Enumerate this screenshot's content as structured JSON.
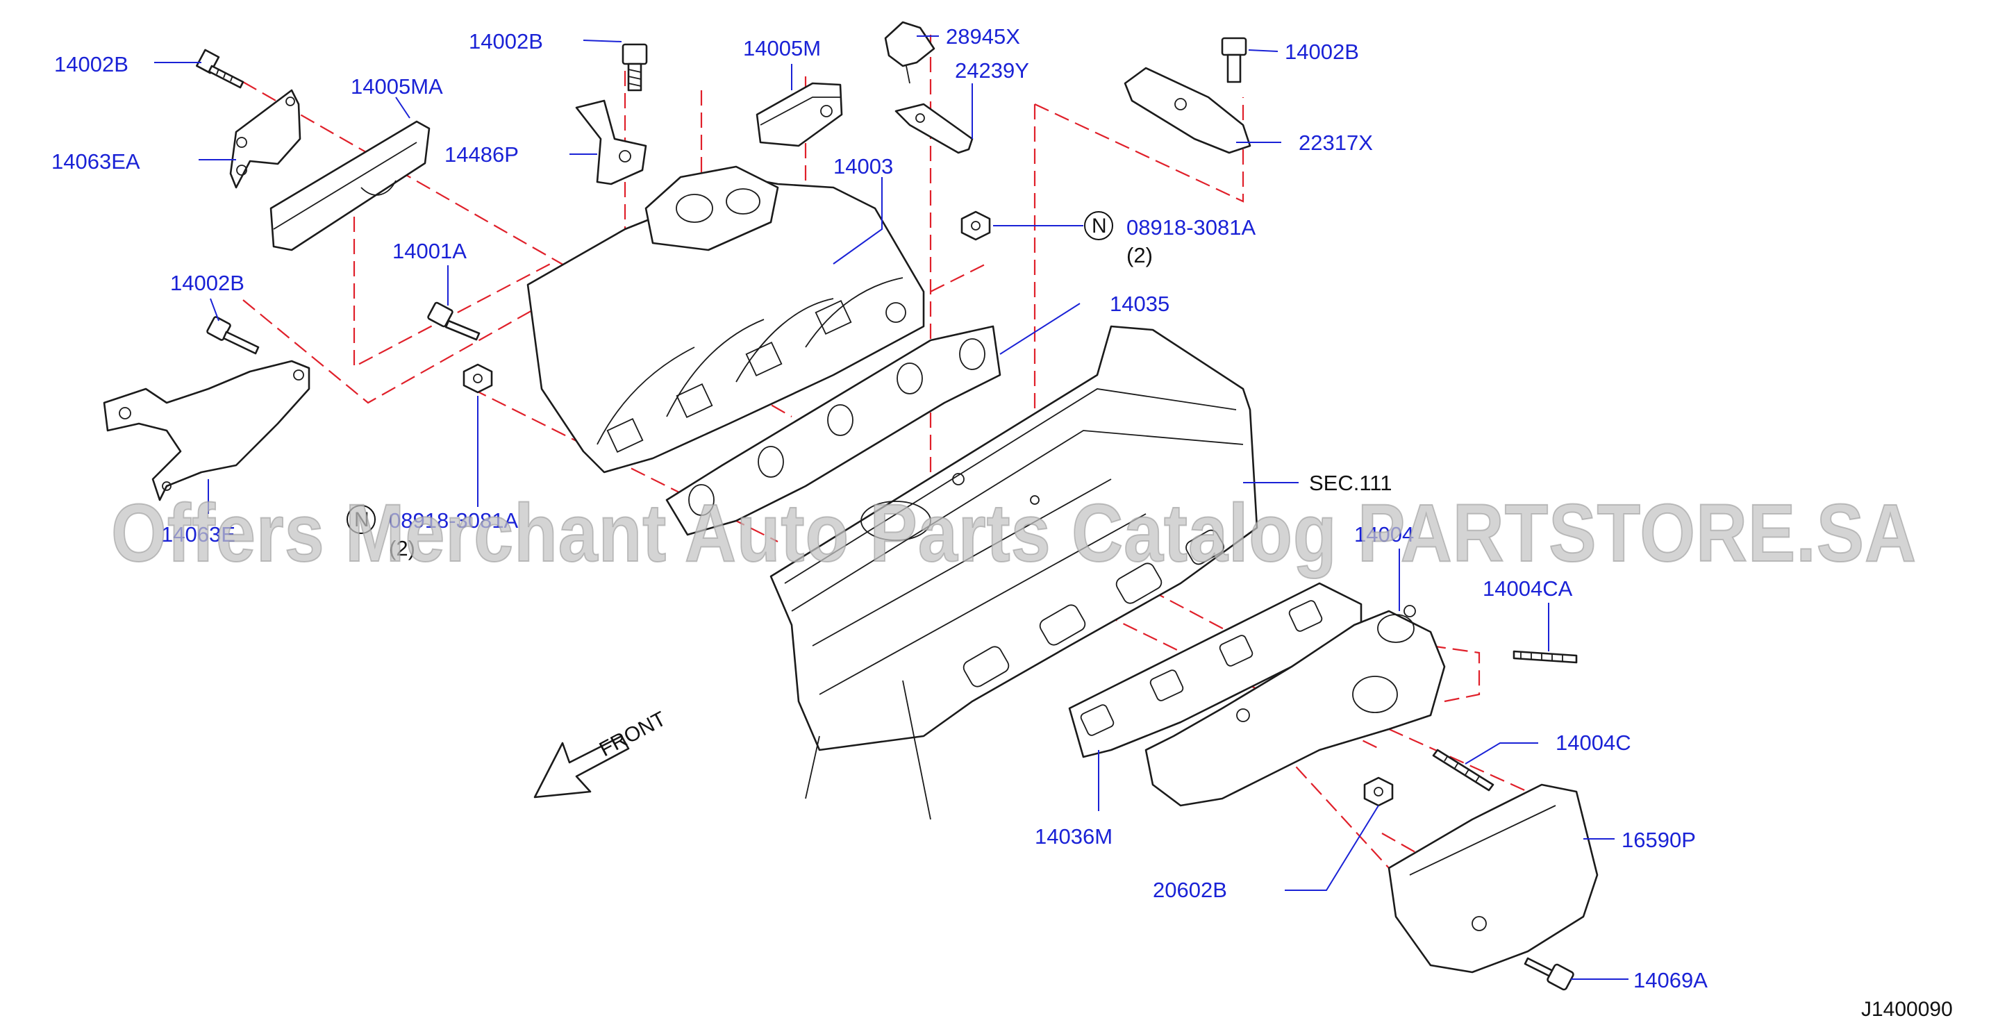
{
  "diagram": {
    "code": "J1400090",
    "watermark": "Offers Merchant Auto Parts Catalog PARTSTORE.SA",
    "front_label": "FRONT",
    "nut_symbol": "N",
    "labels": {
      "p14002B_tl": "14002B",
      "p14063EA": "14063EA",
      "p14005MA": "14005MA",
      "p14002B_tc": "14002B",
      "p14486P": "14486P",
      "p14005M": "14005M",
      "p28945X": "28945X",
      "p24239Y": "24239Y",
      "p14002B_tr": "14002B",
      "p22317X": "22317X",
      "p14003": "14003",
      "p08918_top": "08918-3081A",
      "qty_top": "(2)",
      "p14035": "14035",
      "p14001A": "14001A",
      "p14002B_ml": "14002B",
      "p14063E": "14063E",
      "p08918_bot": "08918-3081A",
      "qty_bot": "(2)",
      "sec111": "SEC.111",
      "p14004": "14004",
      "p14004CA": "14004CA",
      "p14004C": "14004C",
      "p16590P": "16590P",
      "p14036M": "14036M",
      "p20602B": "20602B",
      "p14069A": "14069A"
    },
    "colors": {
      "label": "#1a22d6",
      "leader": "#1a22d6",
      "dashed_guide": "#e0202a",
      "linework": "#1b1b1b",
      "watermark": "#c4c4c4"
    }
  }
}
